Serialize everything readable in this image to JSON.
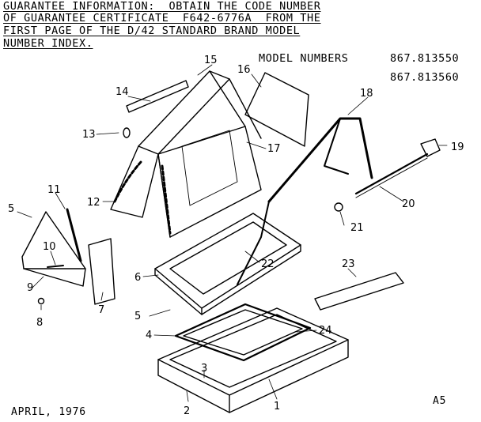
{
  "header": {
    "lines": [
      "GUARANTEE INFORMATION:  OBTAIN THE CODE NUMBER",
      "OF GUARANTEE CERTIFICATE  F642-6776A  FROM THE",
      "FIRST PAGE OF THE D/42 STANDARD BRAND MODEL",
      "NUMBER INDEX."
    ]
  },
  "models": {
    "label": "MODEL NUMBERS",
    "numbers": [
      "867.813550",
      "867.813560"
    ]
  },
  "callouts": {
    "c1": "1",
    "c2": "2",
    "c3": "3",
    "c4": "4",
    "c5a": "5",
    "c5b": "5",
    "c6": "6",
    "c7": "7",
    "c8": "8",
    "c9": "9",
    "c10": "10",
    "c11": "11",
    "c12": "12",
    "c13": "13",
    "c14": "14",
    "c15": "15",
    "c16": "16",
    "c17": "17",
    "c18": "18",
    "c19": "19",
    "c20": "20",
    "c21": "21",
    "c22": "22",
    "c23": "23",
    "c24": "24"
  },
  "footer": {
    "date": "APRIL, 1976",
    "page": "A5"
  }
}
